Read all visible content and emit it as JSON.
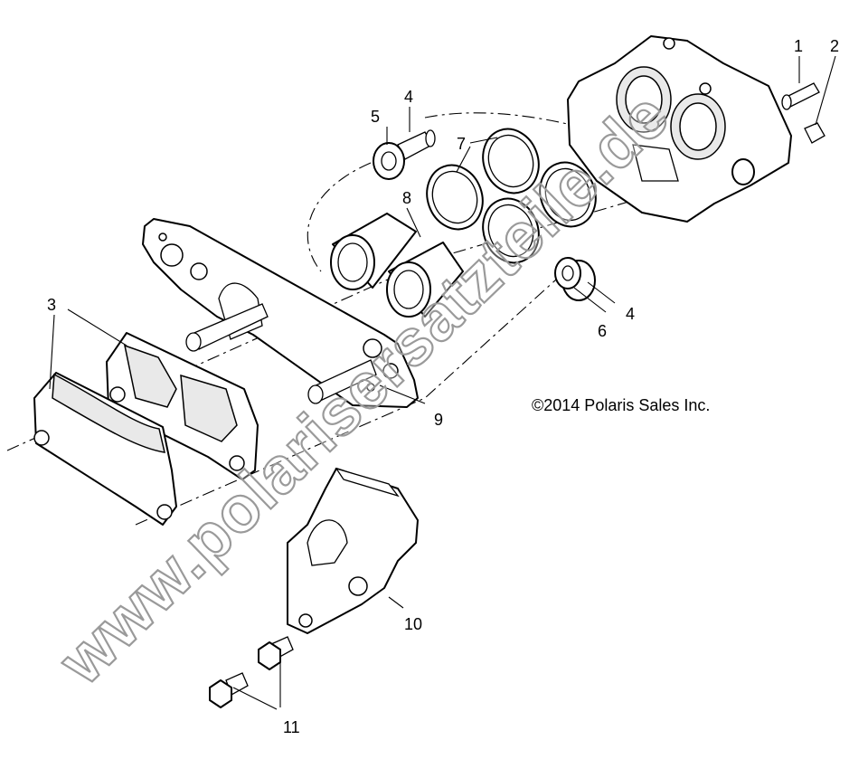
{
  "callouts": {
    "c1": "1",
    "c2": "2",
    "c3": "3",
    "c4a": "4",
    "c4b": "4",
    "c5": "5",
    "c6": "6",
    "c7": "7",
    "c8": "8",
    "c9": "9",
    "c10": "10",
    "c11": "11"
  },
  "copyright": "©2014 Polaris Sales Inc.",
  "watermark": "www.polarisersatzteile.de",
  "colors": {
    "line": "#000000",
    "watermark_stroke": "#9a9a9a",
    "background": "#ffffff"
  }
}
